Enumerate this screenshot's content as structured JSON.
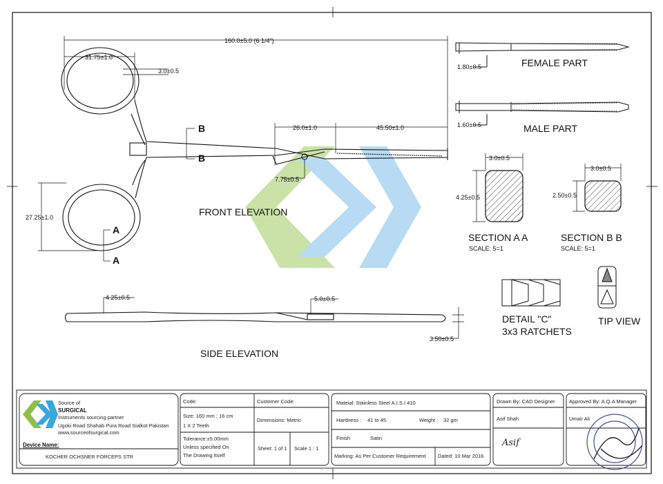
{
  "dimensions": {
    "overall_length": "160.0±5.0  (6  1/4\")",
    "ring_width": "31.75±1.0",
    "ring_thickness": "3.0±0.5",
    "jaw_serration": "26.0±1.0",
    "jaw_length": "45.50±1.0",
    "box_offset": "7.75±0.5",
    "ring_height": "27.25±1.0",
    "side_ring": "4.25±0.5",
    "side_box": "5.0±0.5",
    "side_tip": "3.50±0.5",
    "female_dim": "1.80±0.5",
    "male_dim": "1.60±0.5",
    "section_a_width": "3.0±0.5",
    "section_a_height": "4.25±0.5",
    "section_b_width": "3.0±0.5",
    "section_b_height": "2.50±0.5"
  },
  "section_marks": {
    "b": "B",
    "a": "A"
  },
  "labels": {
    "front_elevation": "FRONT ELEVATION",
    "side_elevation": "SIDE ELEVATION",
    "female_part": "FEMALE PART",
    "male_part": "MALE PART",
    "section_aa": "SECTION   A  A",
    "section_aa_scale": "SCALE:  5=1",
    "section_bb": "SECTION   B  B",
    "section_bb_scale": "SCALE:  5=1",
    "detail_c": "DETAIL    \"C\"",
    "ratchets": "3x3  RATCHETS",
    "tip_view": "TIP  VIEW"
  },
  "title_block": {
    "company_line1": "Source of",
    "company_line2": "SURGICAL",
    "tagline": "Instruments sourcing partner",
    "address": "Ugoki Road Shahab Pura Road Sialkot Pakistan",
    "website": "www.sourceofsurgical.com",
    "device_name_label": "Device Name:",
    "device_name": "KOCHER OCHSNER FORCEPS STR",
    "code_label": "Code:",
    "customer_code_label": "Customer Code:",
    "size": "Size:  160 mm ; 16 cm",
    "teeth": "1 X 2 Teeth",
    "dimensions_unit": "Dimensions: Metric",
    "tolerance_1": "Tolerance:±5.00mm",
    "tolerance_2": "Unless specified On",
    "tolerance_3": "The Drawing Itself",
    "sheet": "Sheet:  1 of 1",
    "scale": "Scale 1 : 1",
    "material": "Mateial: Stainless Steel A.I.S.I 410",
    "hardness_label": "Hardness  :",
    "hardness": "41 to 45",
    "weight_label": "Weight  :",
    "weight": "32 gm",
    "finish_label": "Finish",
    "finish": "Satin",
    "marking": "Marking: As Per Customer Requirement",
    "date": "Dated: 10 Mar 2016",
    "drawn_by": "Drawn By: CAD Designer",
    "drawn_name": "Asif Shah",
    "drawn_signature": "Asif",
    "approved_by": "Approved By: A.Q.A Manager",
    "approved_name": "Umair Ali"
  },
  "colors": {
    "ink": "#111111",
    "watermark_green": "#b9d98a",
    "watermark_blue": "#9fd0ee"
  }
}
